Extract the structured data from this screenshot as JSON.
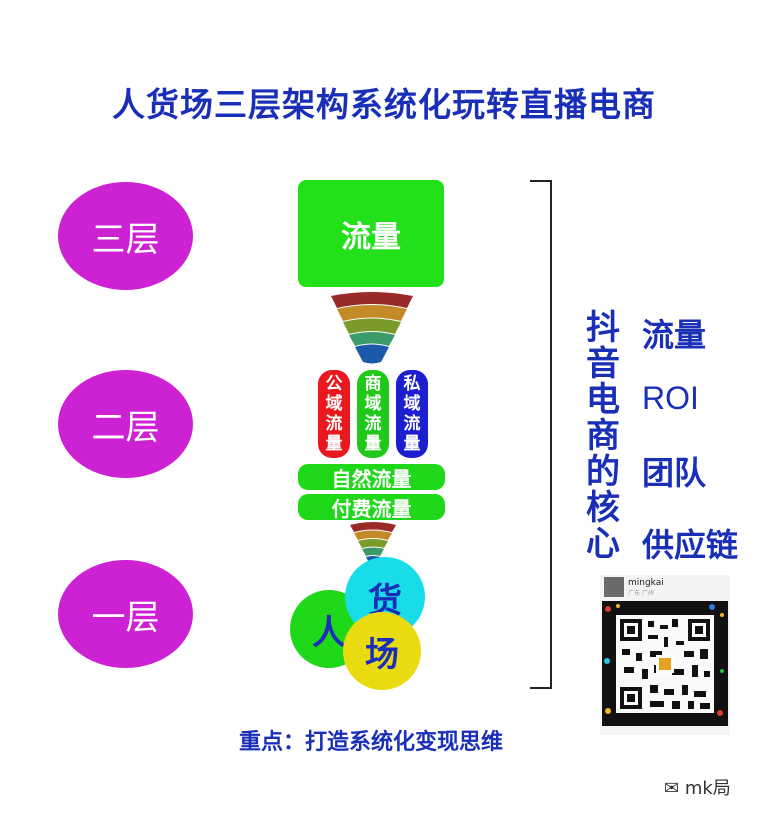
{
  "title": "人货场三层架构系统化玩转直播电商",
  "tiers": [
    {
      "label": "三层"
    },
    {
      "label": "二层"
    },
    {
      "label": "一层"
    }
  ],
  "top_box": "流量",
  "pills": [
    {
      "chars": [
        "公",
        "域",
        "流",
        "量"
      ],
      "color": "#e8181e"
    },
    {
      "chars": [
        "商",
        "域",
        "流",
        "量"
      ],
      "color": "#20c81a"
    },
    {
      "chars": [
        "私",
        "域",
        "流",
        "量"
      ],
      "color": "#1c1ed0"
    }
  ],
  "bars": [
    "自然流量",
    "付费流量"
  ],
  "circles": {
    "ren": "人",
    "huo": "货",
    "chang": "场"
  },
  "core_vertical": [
    "抖",
    "音",
    "电",
    "商",
    "的",
    "核",
    "心"
  ],
  "core_items": [
    "流量",
    "ROI",
    "团队",
    "供应链"
  ],
  "key_point": "重点：打造系统化变现思维",
  "qr": {
    "name": "mingkai",
    "sub": "广东 广州"
  },
  "footer": "mk局",
  "colors": {
    "accent": "#1a2fb8",
    "tier": "#cc22d4",
    "green": "#22e11a"
  }
}
